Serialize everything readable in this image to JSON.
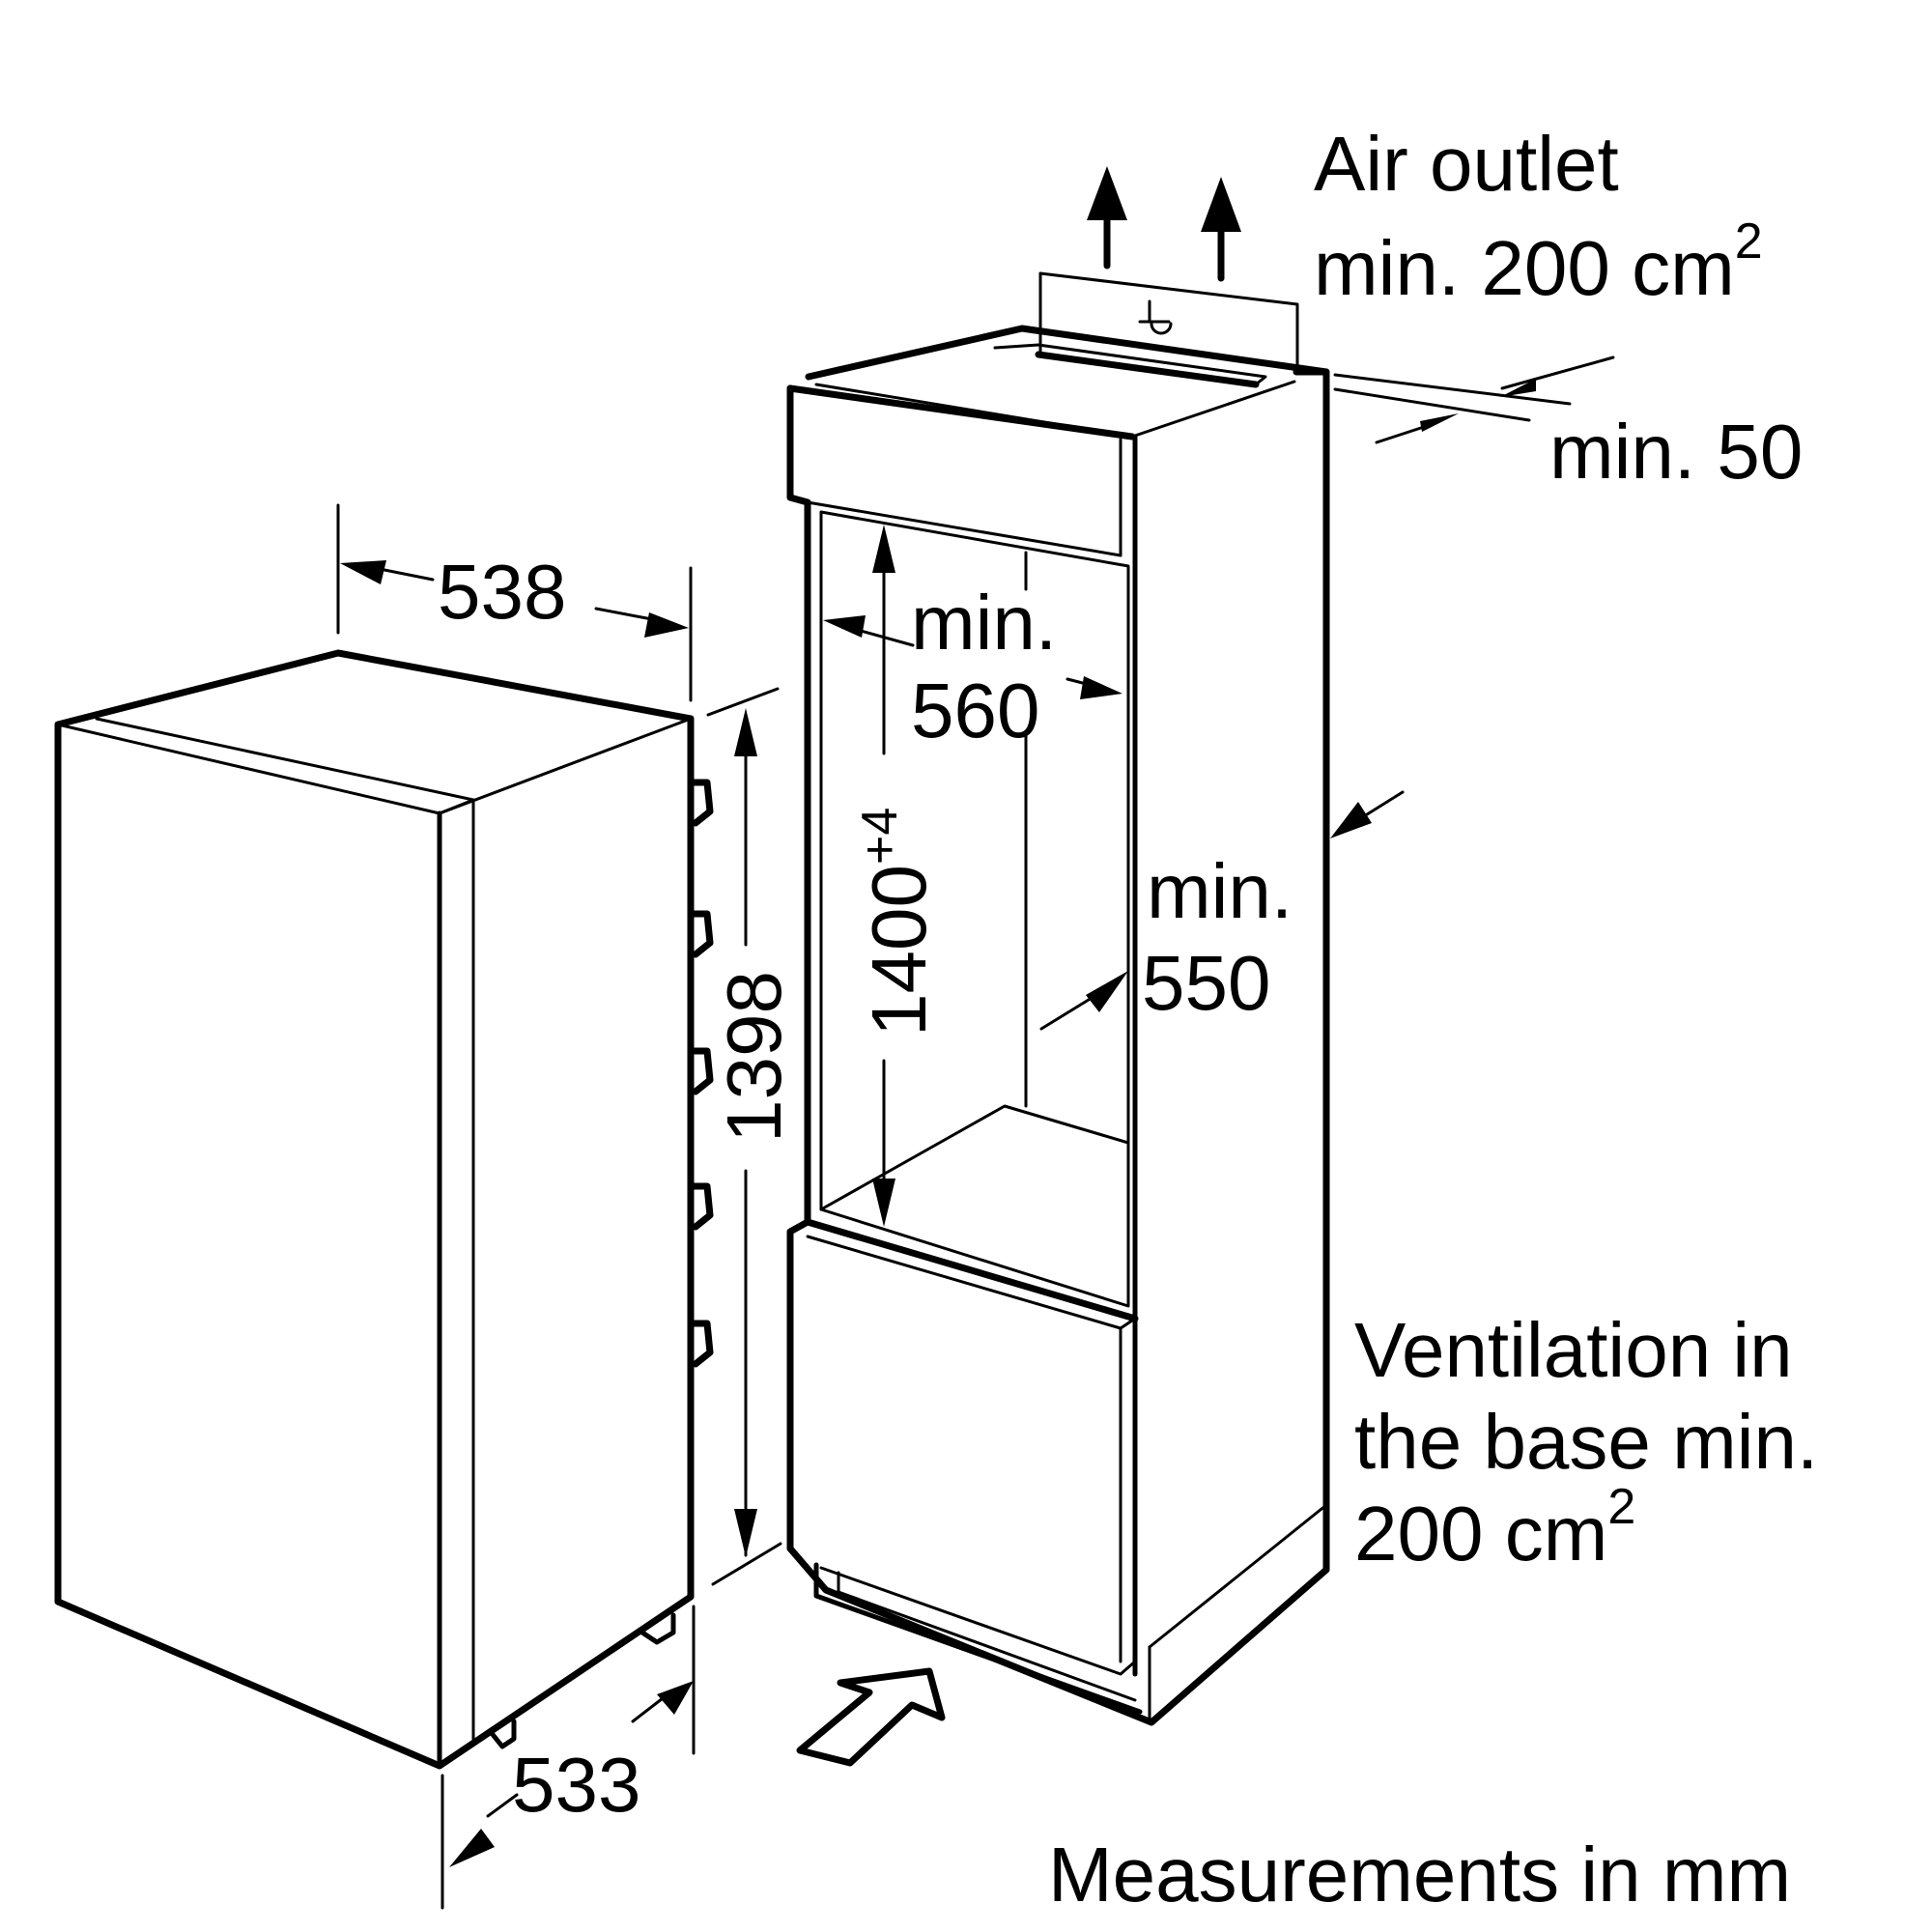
{
  "labels": {
    "air_outlet_line1": "Air outlet",
    "air_outlet_line2_prefix": "min. 200 cm",
    "air_outlet_sup": "2",
    "gap_top": "min. 50",
    "appliance_width": "538",
    "appliance_depth": "533",
    "appliance_height": "1398",
    "niche_height": "1400",
    "niche_height_tol": "+4",
    "niche_width_line1": "min.",
    "niche_width_line2": "560",
    "niche_depth_line1": "min.",
    "niche_depth_line2": "550",
    "ventilation_line1": "Ventilation in",
    "ventilation_line2": "the base min.",
    "ventilation_line3_prefix": "200 cm",
    "ventilation_sup": "2",
    "units_note": "Measurements in mm"
  }
}
